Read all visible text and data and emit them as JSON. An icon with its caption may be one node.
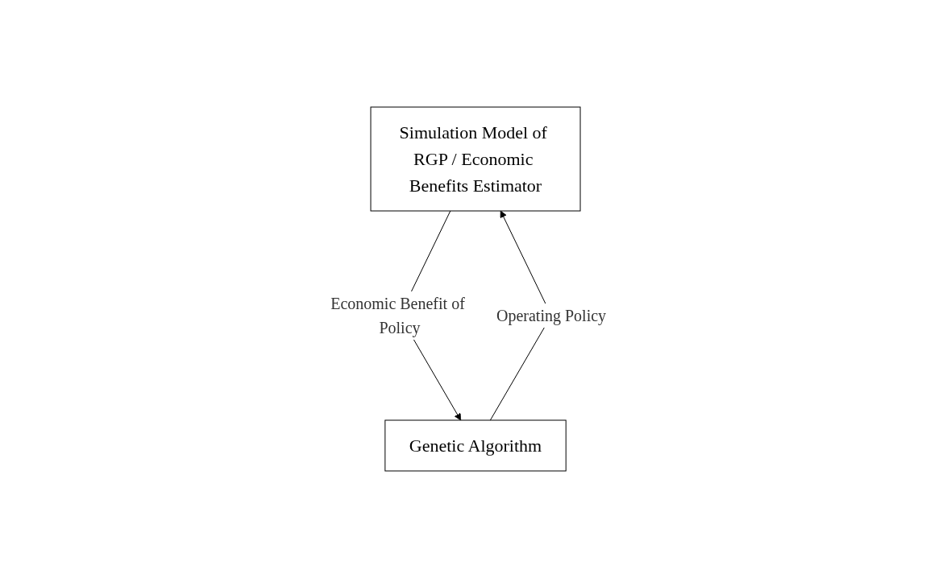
{
  "diagram": {
    "nodes": [
      {
        "text": [
          "Simulation Model of RGP / Economic Benefits Estimator"
        ]
      },
      {
        "text": [
          "Genetic Algorithm"
        ]
      }
    ],
    "edges": [
      {
        "from": 0,
        "to": 1,
        "arrow": "to",
        "label": "Economic Benefit of Policy"
      },
      {
        "from": 1,
        "to": 0,
        "arrow": "to",
        "label": "Operating Policy"
      }
    ]
  }
}
